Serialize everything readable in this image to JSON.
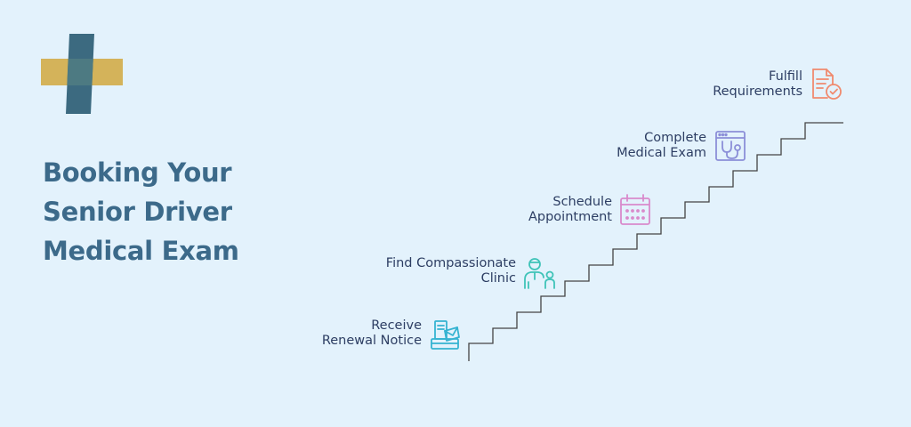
{
  "title": {
    "line1": "Booking Your",
    "line2": "Senior Driver",
    "line3": "Medical Exam"
  },
  "steps": [
    {
      "line1": "Receive",
      "line2": "Renewal Notice",
      "icon": "mail-tray-icon",
      "color": "#35b3d1"
    },
    {
      "line1": "Find Compassionate",
      "line2": "Clinic",
      "icon": "doctor-patient-icon",
      "color": "#3fc3b8"
    },
    {
      "line1": "Schedule",
      "line2": "Appointment",
      "icon": "calendar-icon",
      "color": "#d98acb"
    },
    {
      "line1": "Complete",
      "line2": "Medical Exam",
      "icon": "stethoscope-browser-icon",
      "color": "#8c8fd8"
    },
    {
      "line1": "Fulfill",
      "line2": "Requirements",
      "icon": "document-check-icon",
      "color": "#f08a6e"
    }
  ],
  "colors": {
    "background": "#e3f2fc",
    "title": "#3c6a8a",
    "logo_gold": "#d4b35a",
    "logo_teal": "#3c6a80",
    "stairs": "#444444"
  }
}
